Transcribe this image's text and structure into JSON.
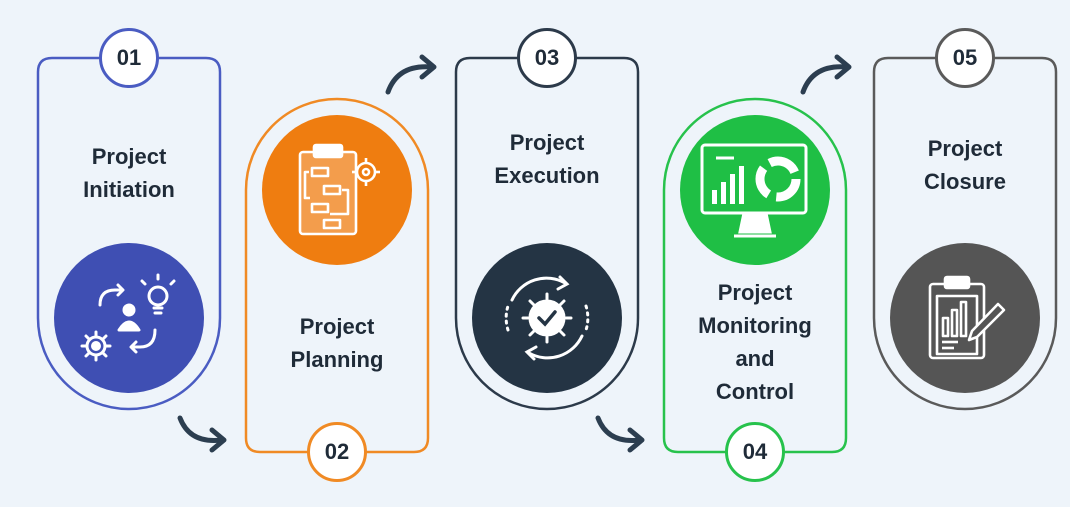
{
  "steps": [
    {
      "number": "01",
      "title_line1": "Project",
      "title_line2": "Initiation",
      "color": "#4a5cc2",
      "icon_bg": "#3f4fb3",
      "icon": "initiation-icon"
    },
    {
      "number": "02",
      "title_line1": "Project",
      "title_line2": "Planning",
      "color": "#f08a24",
      "icon_bg": "#ef7d10",
      "icon": "planning-clipboard-icon"
    },
    {
      "number": "03",
      "title_line1": "Project",
      "title_line2": "Execution",
      "color": "#2c3a4a",
      "icon_bg": "#243444",
      "icon": "execution-gear-icon"
    },
    {
      "number": "04",
      "title_lines": [
        "Project",
        "Monitoring",
        "and",
        "Control"
      ],
      "color": "#27c24c",
      "icon_bg": "#1fbf45",
      "icon": "monitoring-monitor-icon"
    },
    {
      "number": "05",
      "title_line1": "Project",
      "title_line2": "Closure",
      "color": "#5a5a5a",
      "icon_bg": "#555555",
      "icon": "closure-report-icon"
    }
  ],
  "arrow_color": "#2c3e50"
}
